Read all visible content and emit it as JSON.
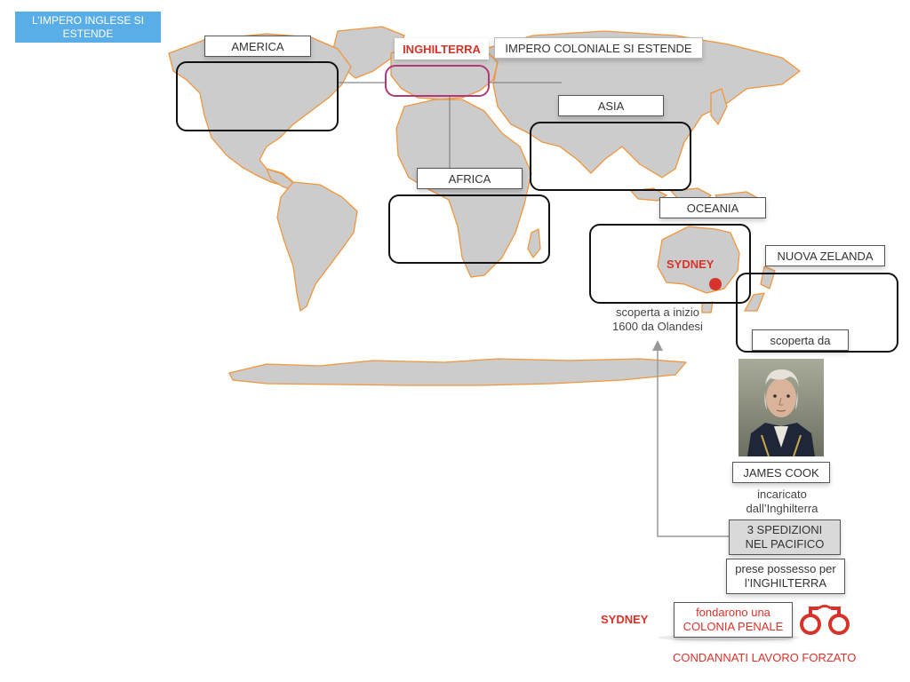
{
  "title": "L’IMPERO INGLESE SI ESTENDE",
  "labels": {
    "america": "AMERICA",
    "inghilterra": "INGHILTERRA",
    "impero": "IMPERO COLONIALE SI ESTENDE",
    "asia": "ASIA",
    "africa": "AFRICA",
    "oceania": "OCEANIA",
    "nuova_zelanda": "NUOVA ZELANDA",
    "sydney_map": "SYDNEY",
    "scoperta_olandesi": "scoperta a inizio\n1600 da Olandesi",
    "scoperta_da": "scoperta da",
    "james_cook": "JAMES COOK",
    "incaricato": "incaricato\ndall’Inghilterra",
    "spedizioni": "3 SPEDIZIONI\nNEL PACIFICO",
    "possesso": "prese possesso per\nl’INGHILTERRA",
    "sydney_bottom": "SYDNEY",
    "colonia": "fondarono una\nCOLONIA PENALE",
    "condannati": "CONDANNATI LAVORO FORZATO"
  },
  "colors": {
    "title_bg": "#5aaee8",
    "land": "#cccccc",
    "coast": "#f0963c",
    "highlight_red": "#d8332a",
    "england_border": "#b0397a"
  },
  "icons": [
    "portrait-icon",
    "handcuffs-icon",
    "sydney-dot-icon",
    "arrow-up-icon"
  ]
}
